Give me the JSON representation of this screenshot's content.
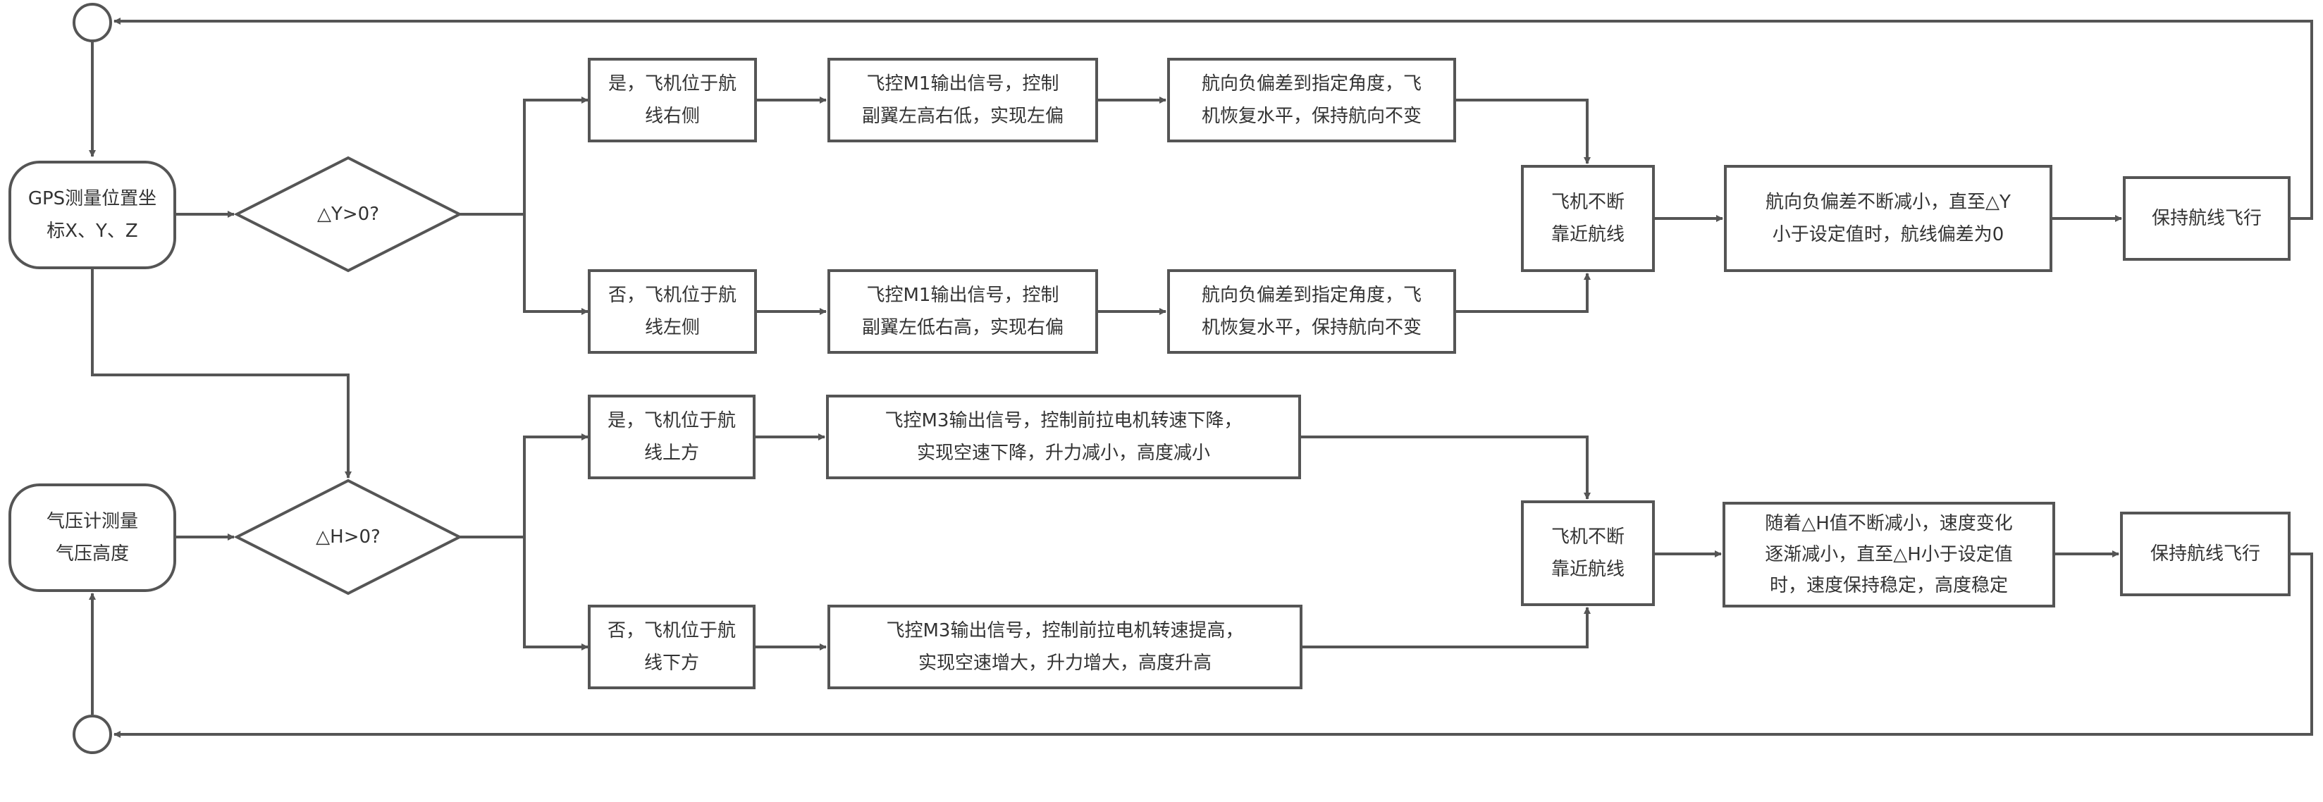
{
  "colors": {
    "stroke": "#555555",
    "text": "#333333",
    "background": "#ffffff"
  },
  "nodes": {
    "gps": "GPS测量位置坐\n标X、Y、Z",
    "baro": "气压计测量\n气压高度",
    "dy": "△Y>0?",
    "dh": "△H>0?",
    "yes_right": "是，飞机位于航\n线右侧",
    "no_left": "否，飞机位于航\n线左侧",
    "yes_above": "是，飞机位于航\n线上方",
    "no_below": "否，飞机位于航\n线下方",
    "m1_left": "飞控M1输出信号，控制\n副翼左高右低，实现左偏",
    "m1_right": "飞控M1输出信号，控制\n副翼左低右高，实现右偏",
    "heading_a": "航向负偏差到指定角度，飞\n机恢复水平，保持航向不变",
    "heading_b": "航向负偏差到指定角度，飞\n机恢复水平，保持航向不变",
    "m3_down": "飞控M3输出信号，控制前拉电机转速下降，\n实现空速下降，升力减小，高度减小",
    "m3_up": "飞控M3输出信号，控制前拉电机转速提高，\n实现空速增大，升力增大，高度升高",
    "approach_top": "飞机不断\n靠近航线",
    "approach_bottom": "飞机不断\n靠近航线",
    "converge_y": "航向负偏差不断减小，直至△Y\n小于设定值时，航线偏差为0",
    "converge_h": "随着△H值不断减小，速度变化\n逐渐减小，直至△H小于设定值\n时，速度保持稳定，高度稳定",
    "keep_top": "保持航线飞行",
    "keep_bottom": "保持航线飞行"
  }
}
